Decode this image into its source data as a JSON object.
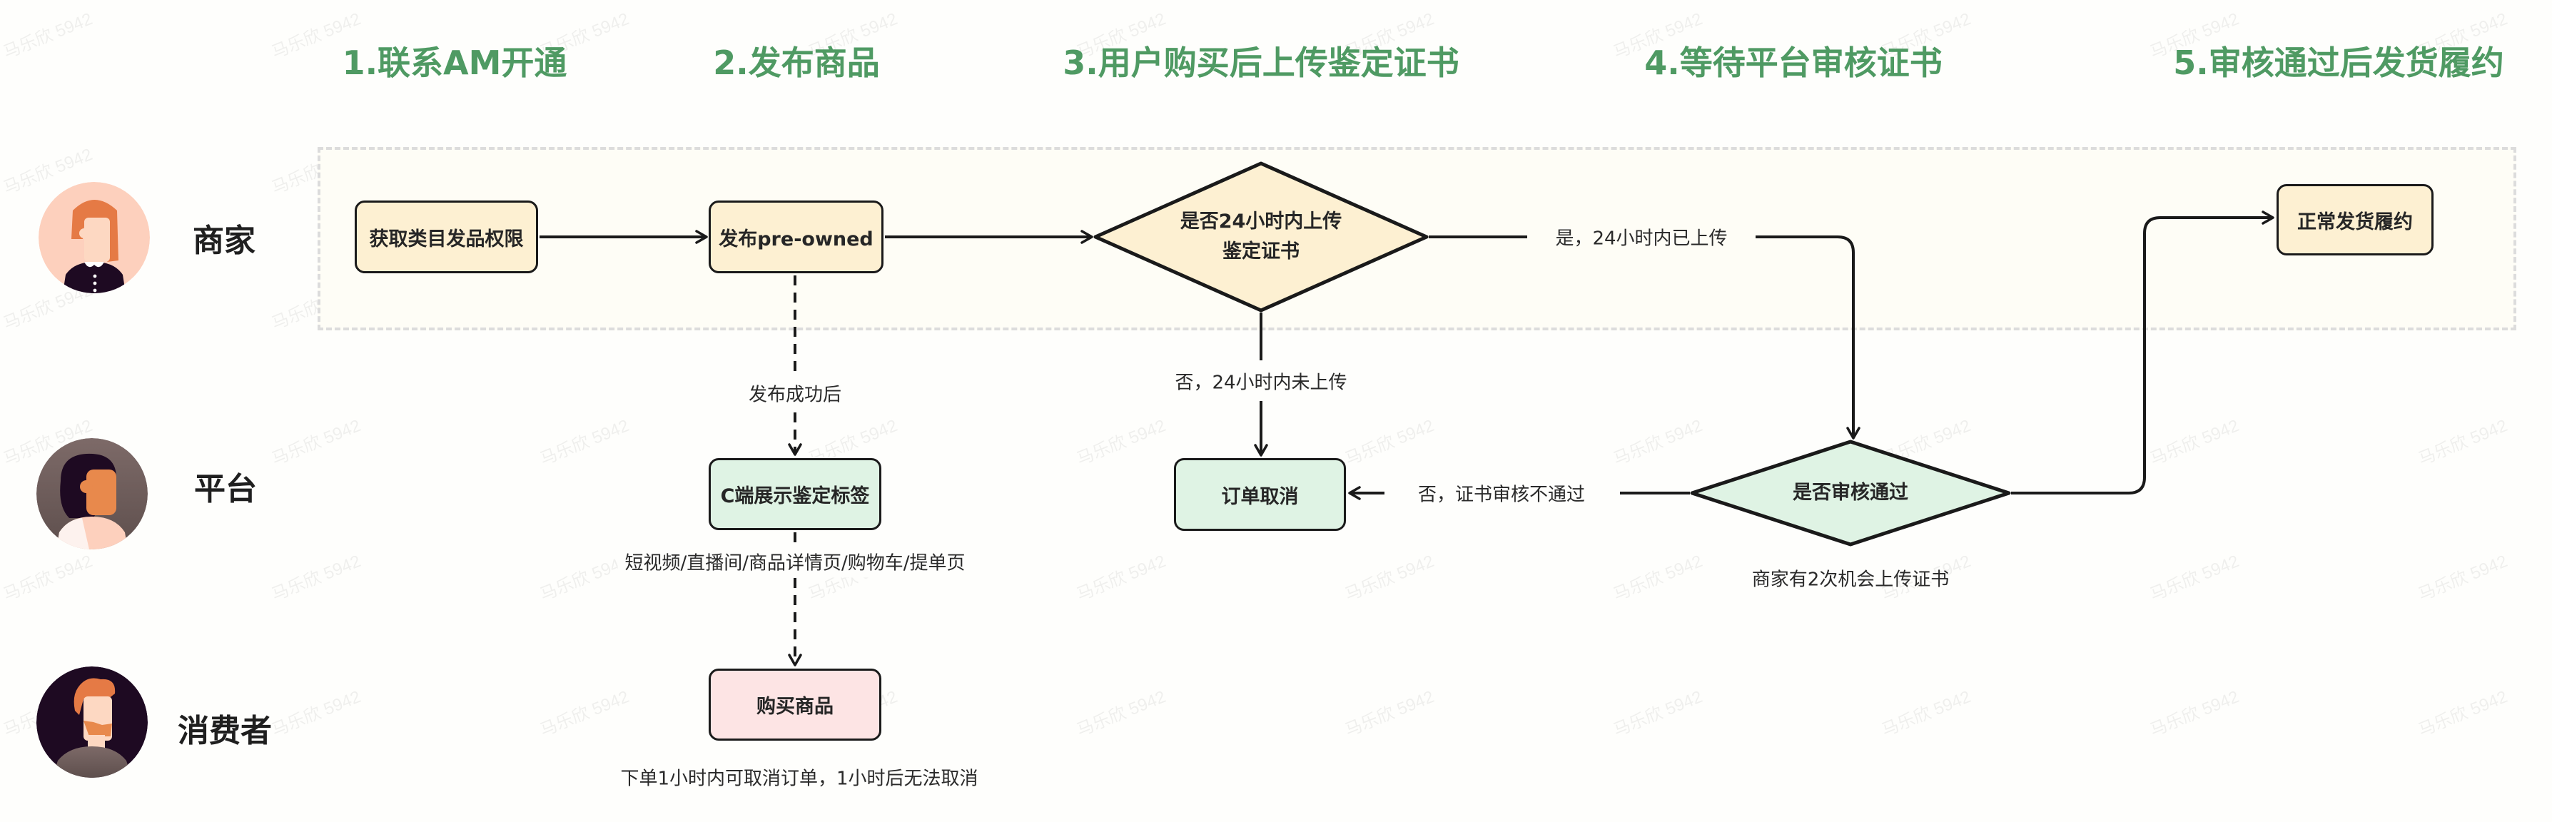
{
  "phases": [
    {
      "label": "1.联系AM开通"
    },
    {
      "label": "2.发布商品"
    },
    {
      "label": "3.用户购买后上传鉴定证书"
    },
    {
      "label": "4.等待平台审核证书"
    },
    {
      "label": "5.审核通过后发货履约"
    }
  ],
  "roles": [
    {
      "label": "商家",
      "avatar": "merchant-avatar-icon"
    },
    {
      "label": "平台",
      "avatar": "platform-avatar-icon"
    },
    {
      "label": "消费者",
      "avatar": "consumer-avatar-icon"
    }
  ],
  "nodes": {
    "get_permission": "获取类目发品权限",
    "publish": "发布pre-owned",
    "decision_upload": [
      "是否24小时内上传",
      "鉴定证书"
    ],
    "normal_ship": "正常发货履约",
    "show_tag": "C端展示鉴定标签",
    "cancel_order": "订单取消",
    "decision_review": "是否审核通过",
    "buy": "购买商品"
  },
  "edge_labels": {
    "yes_uploaded": "是，24小时内已上传",
    "no_uploaded": "否，24小时内未上传",
    "review_failed": "否，证书审核不通过",
    "after_publish": "发布成功后"
  },
  "notes": {
    "show_tag_scenes": "短视频/直播间/商品详情页/购物车/提单页",
    "review_chances": "商家有2次机会上传证书",
    "cancel_rule": "下单1小时内可取消订单，1小时后无法取消"
  },
  "watermark": "马乐欣 5942",
  "colors": {
    "phase_title": "#4f9a63",
    "merchant_fill": "#fdf0d2",
    "platform_fill": "#dff3e4",
    "consumer_fill": "#fde4e4",
    "lane_fill": "#fefdf6",
    "stroke": "#1a1a1a"
  }
}
